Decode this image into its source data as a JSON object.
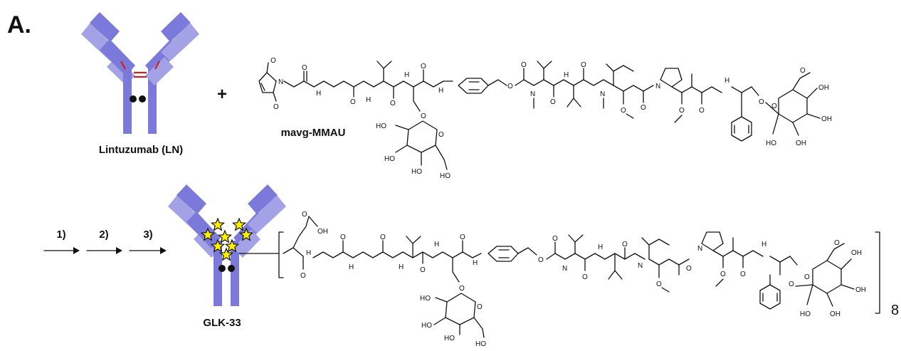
{
  "panel_label": "A.",
  "antibody": {
    "name": "Lintuzumab (LN)"
  },
  "plus_sign": "+",
  "payload": {
    "name": "mavg-MMAU"
  },
  "steps": [
    "1)",
    "2)",
    "3)"
  ],
  "conjugate": {
    "name": "GLK-33",
    "subscript": "8"
  },
  "atoms": {
    "oh": "OH",
    "ho": "HO",
    "nh": "H",
    "n": "N",
    "o": "O",
    "h": "H"
  },
  "colors": {
    "heavy_chain": "#7b79d9",
    "light_chain": "#a4a2e6",
    "disulfide": "#cc2222",
    "glycan": "#111111",
    "star_fill": "#ffee00",
    "star_stroke": "#111111"
  }
}
